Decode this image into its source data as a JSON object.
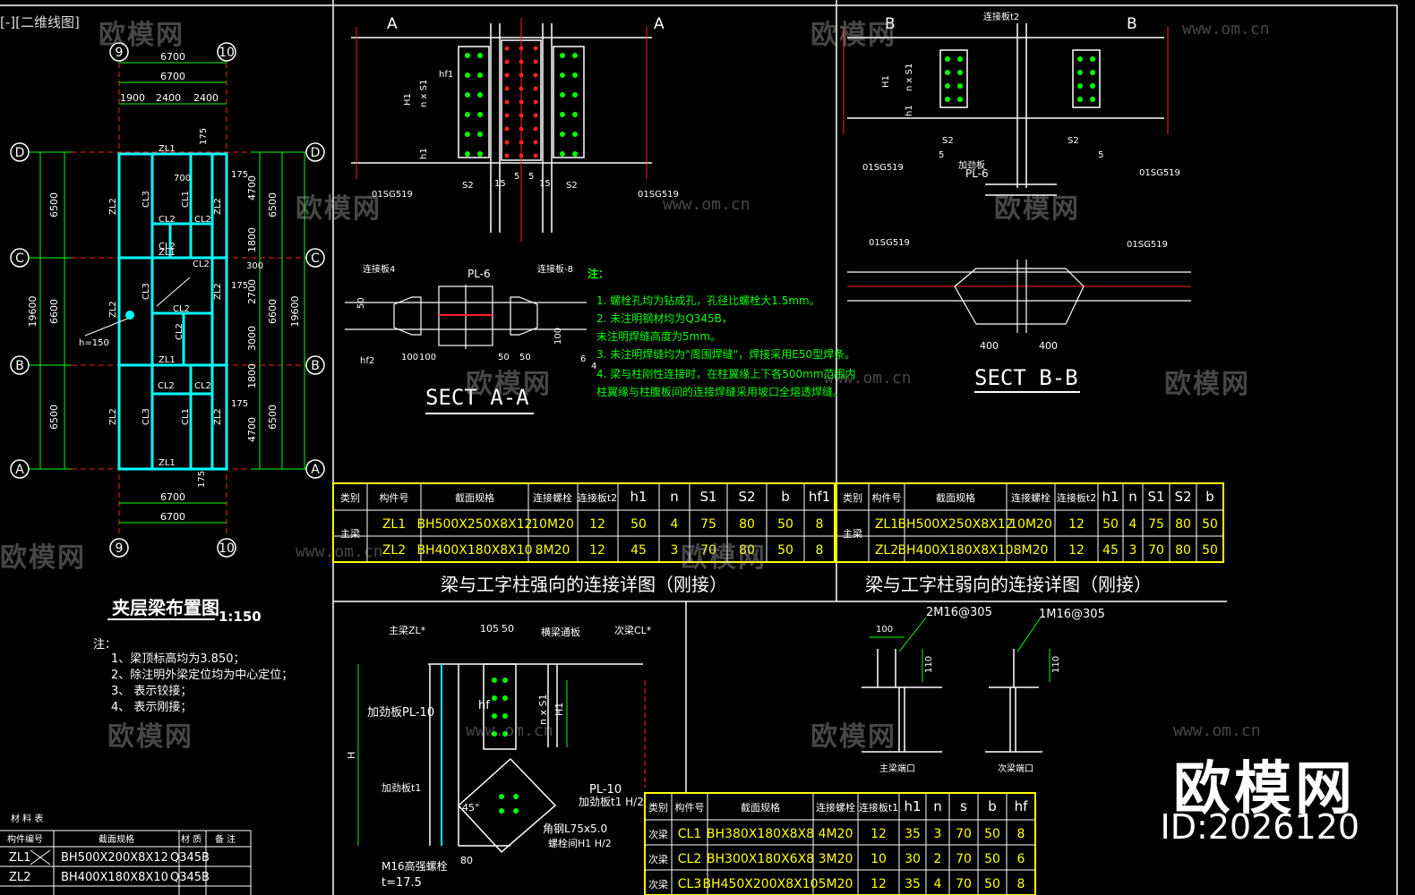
{
  "view_tag": "[-][二维线图]",
  "brand": {
    "name": "欧模网",
    "id": "ID:2026120",
    "watermark": "欧模网",
    "watermark_url": "www.om.cn"
  },
  "colors": {
    "bg": "#000000",
    "cyan": "#00ffff",
    "green": "#00ff00",
    "yellow": "#ffff00",
    "red": "#ff2020",
    "white": "#ffffff",
    "magenta": "#ff00ff"
  },
  "plan": {
    "title": "夹层梁布置图",
    "scale": "1:150",
    "axes_top": [
      "9",
      "10"
    ],
    "axes_bottom": [
      "9",
      "10"
    ],
    "axes_left": [
      "D",
      "C",
      "B",
      "A"
    ],
    "axes_right": [
      "D",
      "C",
      "B",
      "A"
    ],
    "dim_top": [
      "6700",
      "6700"
    ],
    "dim_top_split": [
      "1900",
      "2400",
      "2400"
    ],
    "dim_bottom": [
      "6700",
      "6700"
    ],
    "dim_left": [
      "6500",
      "6600",
      "6500"
    ],
    "dim_left_total": "19600",
    "dim_right": [
      "4700",
      "1800",
      "2700",
      "3000",
      "1800",
      "4700"
    ],
    "dim_right_main": [
      "6500",
      "6600",
      "6500"
    ],
    "dim_right_total": "19600",
    "small_dims": [
      "175",
      "175",
      "175",
      "175",
      "175",
      "700",
      "300"
    ],
    "beam_labels": [
      "ZL1",
      "ZL1",
      "ZL1",
      "ZL1",
      "ZL2",
      "ZL2",
      "ZL2",
      "ZL2",
      "ZL2",
      "ZL2",
      "CL3",
      "CL3",
      "CL3",
      "CL1",
      "CL1",
      "CL2",
      "CL2",
      "CL2",
      "CL2",
      "CL2",
      "CL2",
      "CL2",
      "CL2"
    ],
    "note_title": "注：",
    "notes": [
      "1、梁顶标高均为3.850；",
      "2、除注明外梁定位均为中心定位；",
      "3、 表示铰接；",
      "4、 表示刚接；"
    ],
    "note_h": "h=150",
    "table_title": "材 料 表",
    "table_headers": [
      "构件编号",
      "截面规格",
      "材 质",
      "备 注"
    ],
    "table_rows": [
      [
        "ZL1",
        "BH500X200X8X12",
        "Q345B"
      ],
      [
        "ZL2",
        "BH400X180X8X10",
        "Q345B"
      ]
    ]
  },
  "detail_a": {
    "cut_labels": [
      "A",
      "A"
    ],
    "labels": [
      "H1",
      "n x S1",
      "hf1",
      "h1",
      "5",
      "5",
      "15",
      "15",
      "S2",
      "S2",
      "01SG519",
      "01SG519",
      "PL-6",
      "连接板4",
      "连接板-8",
      "50",
      "100",
      "hf2",
      "100",
      "50",
      "50",
      "100",
      "6",
      "4"
    ],
    "sect_title": "SECT A-A",
    "notes_header": "注：",
    "notes": [
      "1.  螺栓孔均为钻成孔，孔径比螺栓大1.5mm。",
      "2.  未注明钢材均为Q345B，",
      "    未注明焊缝高度为5mm。",
      "3.  未注明焊缝均为\"周围焊缝\"，焊接采用E50型焊条。",
      "4.  梁与柱刚性连接时，在柱翼缘上下各500mm范围内",
      "    柱翼缘与柱腹板间的连接焊缝采用坡口全熔透焊缝。"
    ],
    "table_headers": [
      "类别",
      "构件号",
      "截面规格",
      "连接螺栓",
      "连接板t2",
      "h1",
      "n",
      "S1",
      "S2",
      "b",
      "hf1"
    ],
    "table_rows": [
      [
        "主梁",
        "ZL1",
        "BH500X250X8X12",
        "10M20",
        "12",
        "50",
        "4",
        "75",
        "80",
        "50",
        "8"
      ],
      [
        "",
        "ZL2",
        "BH400X180X8X10",
        "8M20",
        "12",
        "45",
        "3",
        "70",
        "80",
        "50",
        "8"
      ]
    ],
    "caption": "梁与工字柱强向的连接详图（刚接）"
  },
  "detail_b": {
    "cut_labels": [
      "B",
      "B"
    ],
    "labels": [
      "H1",
      "n x S1",
      "h1",
      "5",
      "5",
      "S2",
      "S2",
      "01SG519",
      "01SG519",
      "01SG519",
      "01SG519",
      "PL-6",
      "连接板t2",
      "加劲板",
      "400",
      "400"
    ],
    "sect_title": "SECT B-B",
    "table_headers": [
      "类别",
      "构件号",
      "截面规格",
      "连接螺栓",
      "连接板t2",
      "h1",
      "n",
      "S1",
      "S2",
      "b"
    ],
    "table_rows": [
      [
        "主梁",
        "ZL1",
        "BH500X250X8X12",
        "10M20",
        "12",
        "50",
        "4",
        "75",
        "80",
        "50"
      ],
      [
        "",
        "ZL2",
        "BH400X180X8X10",
        "8M20",
        "12",
        "45",
        "3",
        "70",
        "80",
        "50"
      ]
    ],
    "caption": "梁与工字柱弱向的连接详图（刚接）"
  },
  "detail_c": {
    "labels": [
      "主梁ZL*",
      "次梁CL*",
      "105",
      "50",
      "横梁通板",
      "加劲板PL-10",
      "hf",
      "n x S1",
      "H1",
      "H",
      "加劲板t1",
      "PL-10",
      "加劲板t1 H/2",
      "角钢L75x5.0",
      "螺栓间H1 H/2",
      "M16高强螺栓",
      "t=17.5",
      "45°",
      "80"
    ]
  },
  "detail_d": {
    "labels": [
      "2M16@305",
      "1M16@305",
      "100",
      "110",
      "110",
      "主梁端口",
      "次梁端口"
    ],
    "table_headers": [
      "类别",
      "构件号",
      "截面规格",
      "连接螺栓",
      "连接板t1",
      "h1",
      "n",
      "s",
      "b",
      "hf"
    ],
    "table_rows": [
      [
        "次梁",
        "CL1",
        "BH380X180X8X8",
        "4M20",
        "12",
        "35",
        "3",
        "70",
        "50",
        "8"
      ],
      [
        "次梁",
        "CL2",
        "BH300X180X6X8",
        "3M20",
        "10",
        "30",
        "2",
        "70",
        "50",
        "6"
      ],
      [
        "次梁",
        "CL3",
        "BH450X200X8X10",
        "5M20",
        "12",
        "35",
        "4",
        "70",
        "50",
        "8"
      ]
    ]
  }
}
